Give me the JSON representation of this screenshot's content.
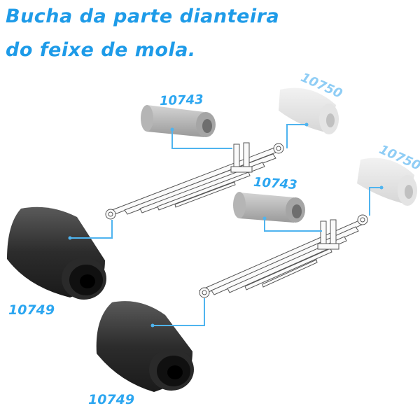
{
  "title": {
    "line1": "Bucha da parte dianteira",
    "line2": "do feixe de mola."
  },
  "labels": {
    "top_front_rear": "10743",
    "top_rear": "10750",
    "bottom_front_rear": "10743",
    "bottom_rear": "10750",
    "big_top": "10749",
    "big_bottom": "10749"
  },
  "colors": {
    "accent": "#1e9be8",
    "leader": "#4fb4ef",
    "bushing": "#3a3a3a"
  }
}
